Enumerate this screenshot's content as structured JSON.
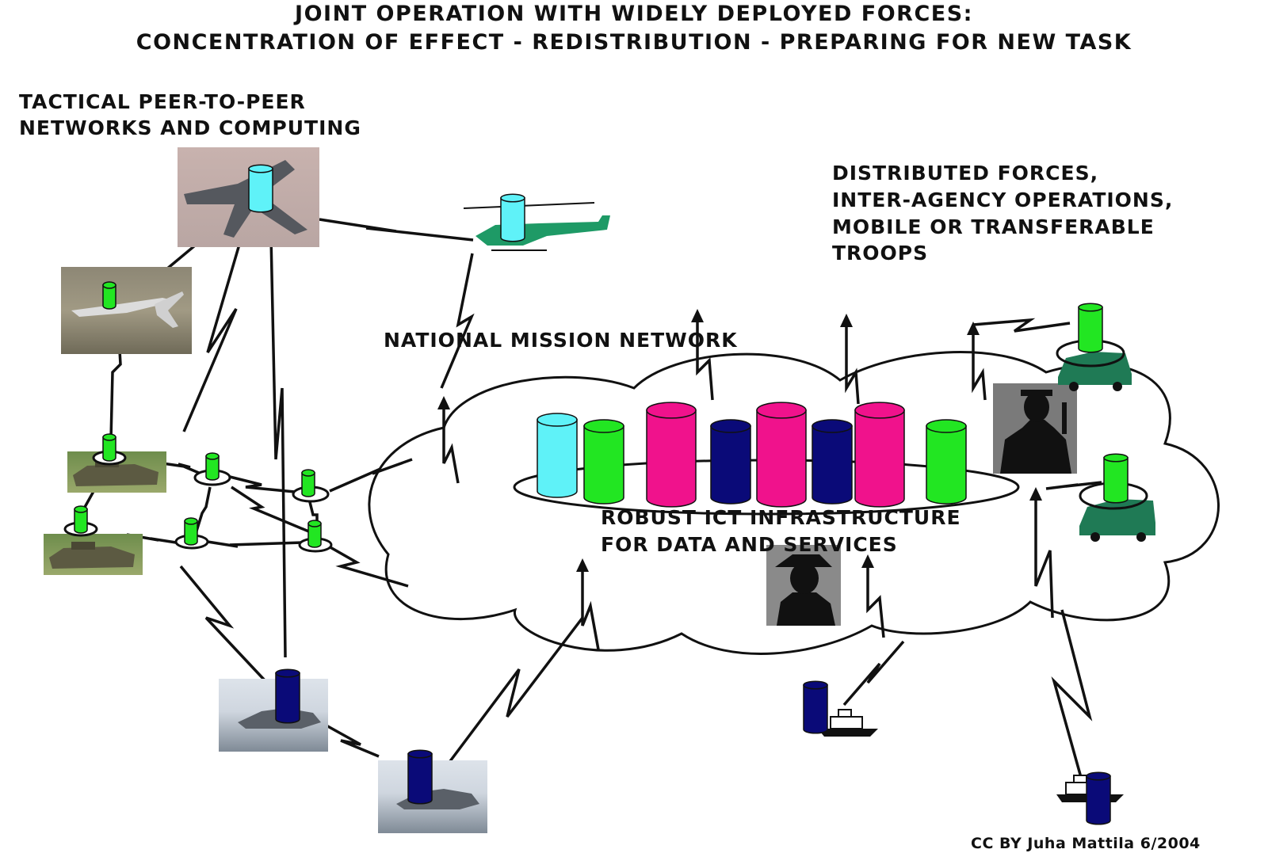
{
  "title": {
    "line1": "JOINT OPERATION WITH WIDELY DEPLOYED FORCES:",
    "line2": "CONCENTRATION OF EFFECT - REDISTRIBUTION - PREPARING FOR NEW TASK"
  },
  "labels": {
    "tactical_line1": "TACTICAL PEER-TO-PEER",
    "tactical_line2": "NETWORKS AND COMPUTING",
    "national_mission": "NATIONAL MISSION NETWORK",
    "distributed_line1": "DISTRIBUTED FORCES,",
    "distributed_line2": "INTER-AGENCY OPERATIONS,",
    "distributed_line3": "MOBILE OR TRANSFERABLE",
    "distributed_line4": "TROOPS",
    "infra_line1": "ROBUST ICT INFRASTRUCTURE",
    "infra_line2": "FOR DATA AND SERVICES",
    "credit": "CC BY Juha Mattila 6/2004"
  },
  "colors": {
    "cyan": "#5ff2f8",
    "green": "#22e622",
    "magenta": "#f0128c",
    "navy": "#0a0a78",
    "vehicle_green": "#1f7a55",
    "line": "#111111"
  }
}
